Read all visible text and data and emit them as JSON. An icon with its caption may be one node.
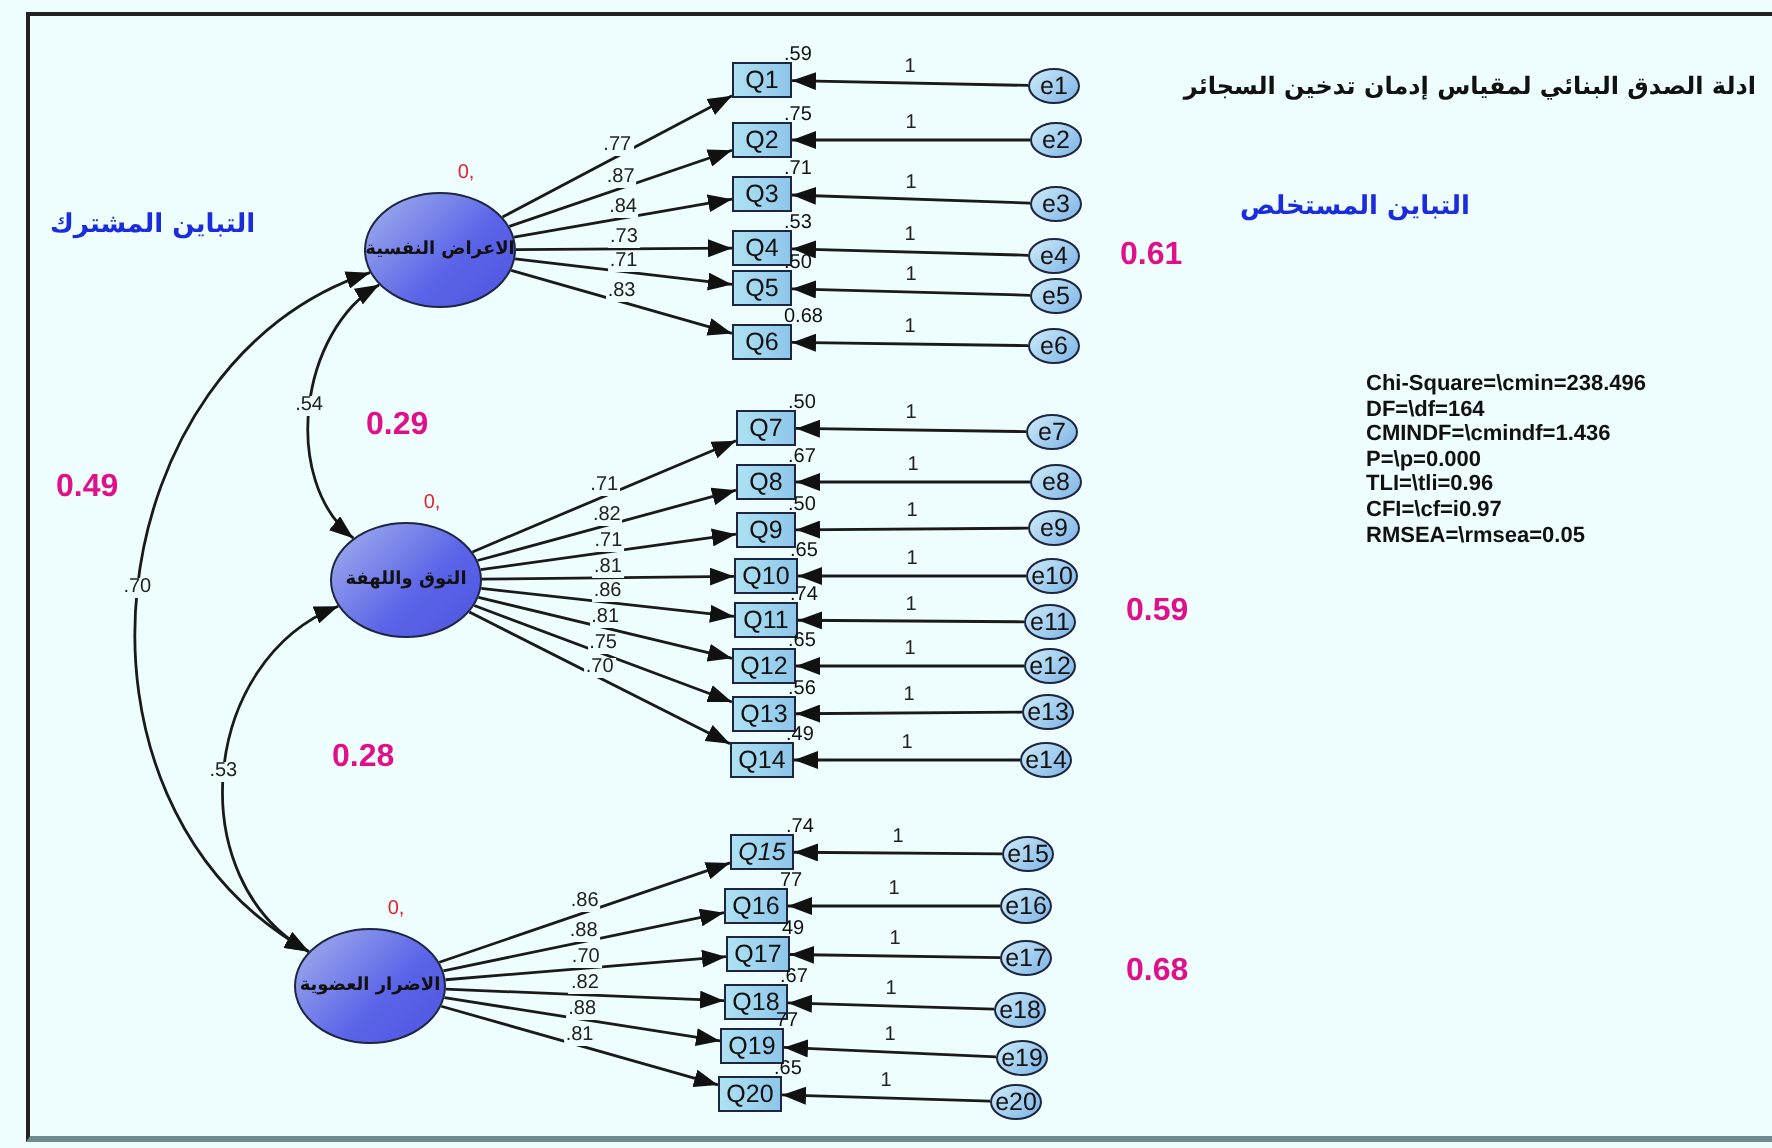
{
  "diagram": {
    "title": "ادلة الصدق البنائي لمقياس إدمان تدخين السجائر",
    "nodes": [
      {
        "text": [
          "الاعراض النفسية"
        ],
        "beside": [
          "0,"
        ]
      },
      {
        "text": [
          "التوق واللهفة"
        ],
        "beside": [
          "0,"
        ]
      },
      {
        "text": [
          "الاضرار العضوية"
        ],
        "beside": [
          "0,"
        ]
      },
      {
        "text": [
          "Q1"
        ],
        "beside": [
          ".59"
        ]
      },
      {
        "text": [
          "Q2"
        ],
        "beside": [
          ".75"
        ]
      },
      {
        "text": [
          "Q3"
        ],
        "beside": [
          ".71"
        ]
      },
      {
        "text": [
          "Q4"
        ],
        "beside": [
          ".53"
        ]
      },
      {
        "text": [
          "Q5"
        ],
        "beside": [
          ".50"
        ]
      },
      {
        "text": [
          "Q6"
        ],
        "beside": [
          "0.68"
        ]
      },
      {
        "text": [
          "Q7"
        ],
        "beside": [
          ".50"
        ]
      },
      {
        "text": [
          "Q8"
        ],
        "beside": [
          ".67"
        ]
      },
      {
        "text": [
          "Q9"
        ],
        "beside": [
          ".50"
        ]
      },
      {
        "text": [
          "Q10"
        ],
        "beside": [
          ".65"
        ]
      },
      {
        "text": [
          "Q11"
        ],
        "beside": [
          ".74"
        ]
      },
      {
        "text": [
          "Q12"
        ],
        "beside": [
          ".65"
        ]
      },
      {
        "text": [
          "Q13"
        ],
        "beside": [
          ".56"
        ]
      },
      {
        "text": [
          "Q14"
        ],
        "beside": [
          ".49"
        ]
      },
      {
        "text": [
          "Q15"
        ],
        "beside": [
          ".74"
        ]
      },
      {
        "text": [
          "Q16"
        ],
        "beside": [
          "77"
        ]
      },
      {
        "text": [
          "Q17"
        ],
        "beside": [
          "49"
        ]
      },
      {
        "text": [
          "Q18"
        ],
        "beside": [
          ".67"
        ]
      },
      {
        "text": [
          "Q19"
        ],
        "beside": [
          "77"
        ]
      },
      {
        "text": [
          "Q20"
        ],
        "beside": [
          ".65"
        ]
      },
      {
        "text": [
          "e1"
        ]
      },
      {
        "text": [
          "e2"
        ]
      },
      {
        "text": [
          "e3"
        ]
      },
      {
        "text": [
          "e4"
        ]
      },
      {
        "text": [
          "e5"
        ]
      },
      {
        "text": [
          "e6"
        ]
      },
      {
        "text": [
          "e7"
        ]
      },
      {
        "text": [
          "e8"
        ]
      },
      {
        "text": [
          "e9"
        ]
      },
      {
        "text": [
          "e10"
        ]
      },
      {
        "text": [
          "e11"
        ]
      },
      {
        "text": [
          "e12"
        ]
      },
      {
        "text": [
          "e13"
        ]
      },
      {
        "text": [
          "e14"
        ]
      },
      {
        "text": [
          "e15"
        ]
      },
      {
        "text": [
          "e16"
        ]
      },
      {
        "text": [
          "e17"
        ]
      },
      {
        "text": [
          "e18"
        ]
      },
      {
        "text": [
          "e19"
        ]
      },
      {
        "text": [
          "e20"
        ]
      }
    ],
    "edges": [
      {
        "from": 0,
        "to": 3,
        "arrow": "to",
        "label": ".77"
      },
      {
        "from": 0,
        "to": 4,
        "arrow": "to",
        "label": ".87"
      },
      {
        "from": 0,
        "to": 5,
        "arrow": "to",
        "label": ".84"
      },
      {
        "from": 0,
        "to": 6,
        "arrow": "to",
        "label": ".73"
      },
      {
        "from": 0,
        "to": 7,
        "arrow": "to",
        "label": ".71"
      },
      {
        "from": 0,
        "to": 8,
        "arrow": "to",
        "label": ".83"
      },
      {
        "from": 1,
        "to": 9,
        "arrow": "to",
        "label": ".71"
      },
      {
        "from": 1,
        "to": 10,
        "arrow": "to",
        "label": ".82"
      },
      {
        "from": 1,
        "to": 11,
        "arrow": "to",
        "label": ".71"
      },
      {
        "from": 1,
        "to": 12,
        "arrow": "to",
        "label": ".81"
      },
      {
        "from": 1,
        "to": 13,
        "arrow": "to",
        "label": ".86"
      },
      {
        "from": 1,
        "to": 14,
        "arrow": "to",
        "label": ".81"
      },
      {
        "from": 1,
        "to": 15,
        "arrow": "to",
        "label": ".75"
      },
      {
        "from": 1,
        "to": 16,
        "arrow": "to",
        "label": ".70"
      },
      {
        "from": 2,
        "to": 17,
        "arrow": "to",
        "label": ".86"
      },
      {
        "from": 2,
        "to": 18,
        "arrow": "to",
        "label": ".88"
      },
      {
        "from": 2,
        "to": 19,
        "arrow": "to",
        "label": ".70"
      },
      {
        "from": 2,
        "to": 20,
        "arrow": "to",
        "label": ".82"
      },
      {
        "from": 2,
        "to": 21,
        "arrow": "to",
        "label": ".88"
      },
      {
        "from": 2,
        "to": 22,
        "arrow": "to",
        "label": ".81"
      },
      {
        "from": 23,
        "to": 3,
        "arrow": "to",
        "label": "1"
      },
      {
        "from": 24,
        "to": 4,
        "arrow": "to",
        "label": "1"
      },
      {
        "from": 25,
        "to": 5,
        "arrow": "to",
        "label": "1"
      },
      {
        "from": 26,
        "to": 6,
        "arrow": "to",
        "label": "1"
      },
      {
        "from": 27,
        "to": 7,
        "arrow": "to",
        "label": "1"
      },
      {
        "from": 28,
        "to": 8,
        "arrow": "to",
        "label": "1"
      },
      {
        "from": 29,
        "to": 9,
        "arrow": "to",
        "label": "1"
      },
      {
        "from": 30,
        "to": 10,
        "arrow": "to",
        "label": "1"
      },
      {
        "from": 31,
        "to": 11,
        "arrow": "to",
        "label": "1"
      },
      {
        "from": 32,
        "to": 12,
        "arrow": "to",
        "label": "1"
      },
      {
        "from": 33,
        "to": 13,
        "arrow": "to",
        "label": "1"
      },
      {
        "from": 34,
        "to": 14,
        "arrow": "to",
        "label": "1"
      },
      {
        "from": 35,
        "to": 15,
        "arrow": "to",
        "label": "1"
      },
      {
        "from": 36,
        "to": 16,
        "arrow": "to",
        "label": "1"
      },
      {
        "from": 37,
        "to": 17,
        "arrow": "to",
        "label": "1"
      },
      {
        "from": 38,
        "to": 18,
        "arrow": "to",
        "label": "1"
      },
      {
        "from": 39,
        "to": 19,
        "arrow": "to",
        "label": "1"
      },
      {
        "from": 40,
        "to": 20,
        "arrow": "to",
        "label": "1"
      },
      {
        "from": 41,
        "to": 21,
        "arrow": "to",
        "label": "1"
      },
      {
        "from": 42,
        "to": 22,
        "arrow": "to",
        "label": "1"
      },
      {
        "from": 0,
        "to": 1,
        "arrow": "both",
        "label": ".54"
      },
      {
        "from": 1,
        "to": 2,
        "arrow": "both",
        "label": ".53"
      },
      {
        "from": 0,
        "to": 2,
        "arrow": "both",
        "label": ".70"
      }
    ],
    "labels": [
      "التباين المستخلص",
      "التباين المشترك",
      "0.61",
      "Chi-Square=\\cmin=238.496",
      "DF=\\df=164",
      "CMINDF=\\cmindf=1.436",
      "P=\\p=0.000",
      "TLI=\\tli=0.96",
      "CFI=\\cf=i0.97",
      "RMSEA=\\rmsea=0.05",
      "0.29",
      "0.49",
      "0.59",
      "0.28",
      "0.68"
    ]
  }
}
